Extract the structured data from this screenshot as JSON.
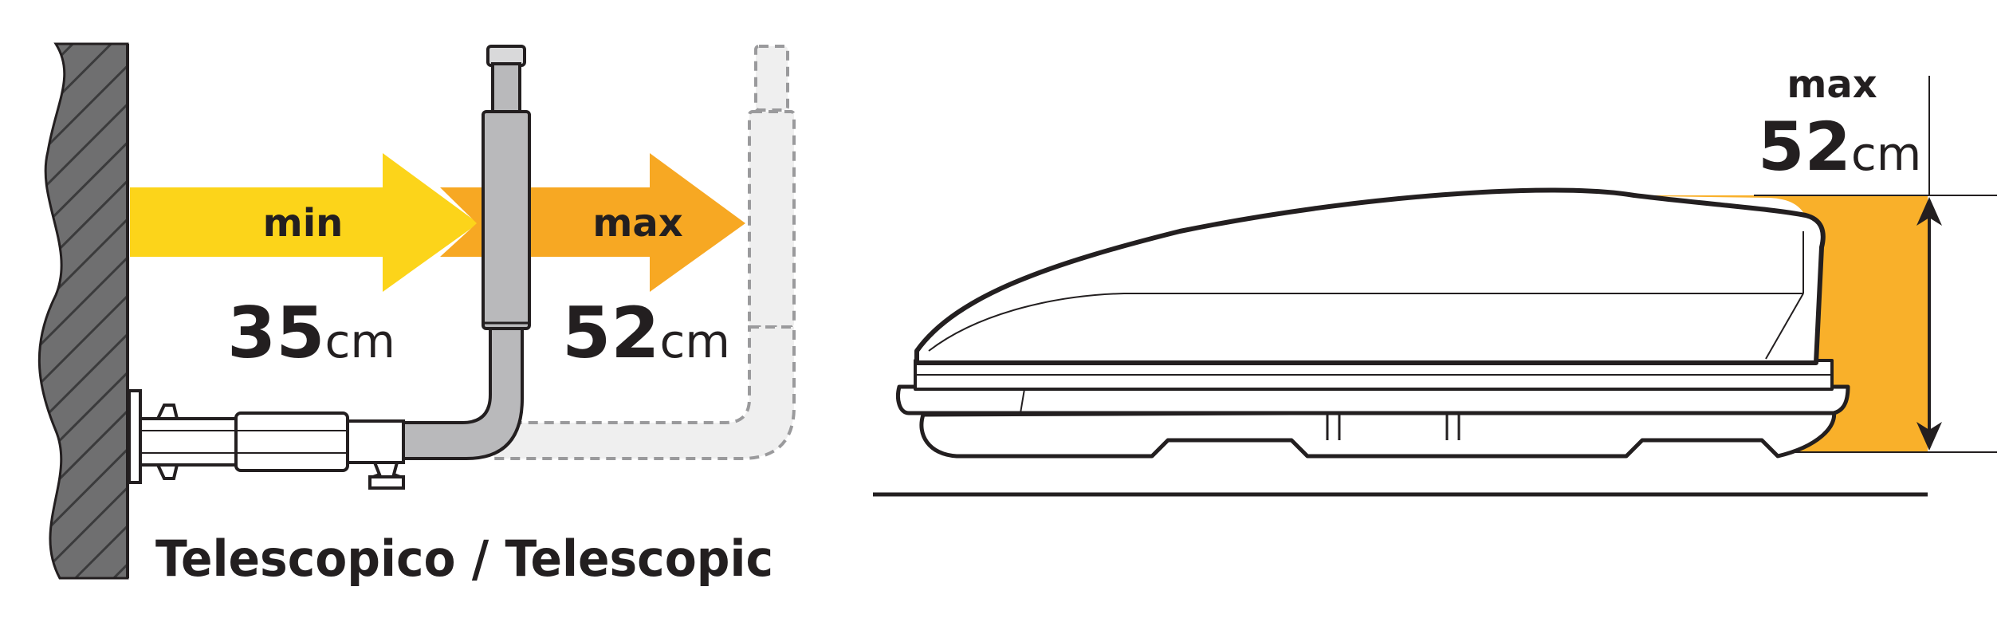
{
  "left_panel": {
    "arrow_min_label": "min",
    "arrow_max_label": "max",
    "min_value": "35",
    "min_unit": "cm",
    "max_value": "52",
    "max_unit": "cm",
    "caption": "Telescopico / Telescopic"
  },
  "right_panel": {
    "height_label": "max",
    "height_value": "52",
    "height_unit": "cm"
  },
  "colors": {
    "yellow_arrow": "#fcd41a",
    "orange_arrow": "#f7a823",
    "height_fill": "#f9b02a",
    "ink": "#231f20",
    "wall_gray": "#6f6f70",
    "tube_gray": "#b9b9bb"
  }
}
